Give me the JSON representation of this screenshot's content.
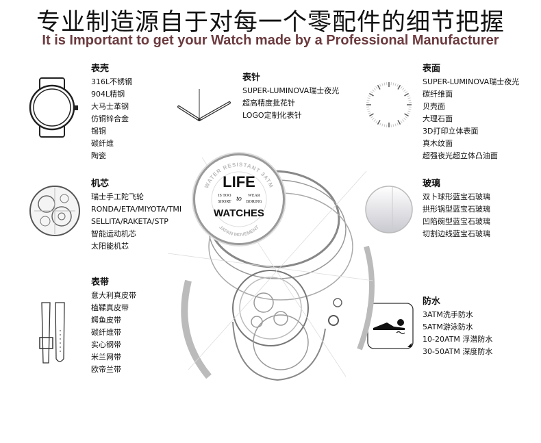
{
  "header": {
    "title": "专业制造源自于对每一个零配件的细节把握",
    "subtitle": "It is Important to get your Watch made by a Professional Manufacturer"
  },
  "sections": {
    "case": {
      "title": "表壳",
      "items": [
        "316L不锈钢",
        "904L精钢",
        "大马士革钢",
        "仿铜锌合金",
        "锡铜",
        "碳纤维",
        "陶瓷"
      ]
    },
    "hands": {
      "title": "表针",
      "items": [
        "SUPER-LUMINOVA瑞士夜光",
        "超高精度批花针",
        "LOGO定制化表针"
      ]
    },
    "dial": {
      "title": "表面",
      "items": [
        "SUPER-LUMINOVA瑞士夜光",
        "碳纤维面",
        "贝壳面",
        "大理石面",
        "3D打印立体表面",
        "真木纹面",
        "超强夜光超立体凸油面"
      ]
    },
    "movement": {
      "title": "机芯",
      "items": [
        "瑞士手工陀飞轮",
        "RONDA/ETA/MIYOTA/TMI",
        "SELLITA/RAKETA/STP",
        "智能运动机芯",
        "太阳能机芯"
      ]
    },
    "crystal": {
      "title": "玻璃",
      "items": [
        "双卜球形蓝宝石玻璃",
        "拱形锅型蓝宝石玻璃",
        "凹陷碗型蓝宝石玻璃",
        "切割边线蓝宝石玻璃"
      ]
    },
    "strap": {
      "title": "表带",
      "items": [
        "意大利真皮带",
        "植鞣真皮带",
        "鳄鱼皮带",
        "碳纤维带",
        "实心钢带",
        "米兰网带",
        "欧帝兰带"
      ]
    },
    "water": {
      "title": "防水",
      "items": [
        "3ATM洗手防水",
        "5ATM游泳防水",
        "10-20ATM 浮潜防水",
        "30-50ATM 深度防水"
      ]
    }
  },
  "badge": {
    "top_arc": "WATER RESISTANT 3ATM",
    "big1": "LIFE",
    "left1": "IS TOO",
    "left2": "SHORT",
    "mid": "to",
    "right1": "WEAR",
    "right2": "BORING",
    "big2": "WATCHES",
    "bottom_arc": "JAPAN MOVEMENT"
  },
  "colors": {
    "subtitle": "#6b3a3e",
    "text": "#111111"
  }
}
